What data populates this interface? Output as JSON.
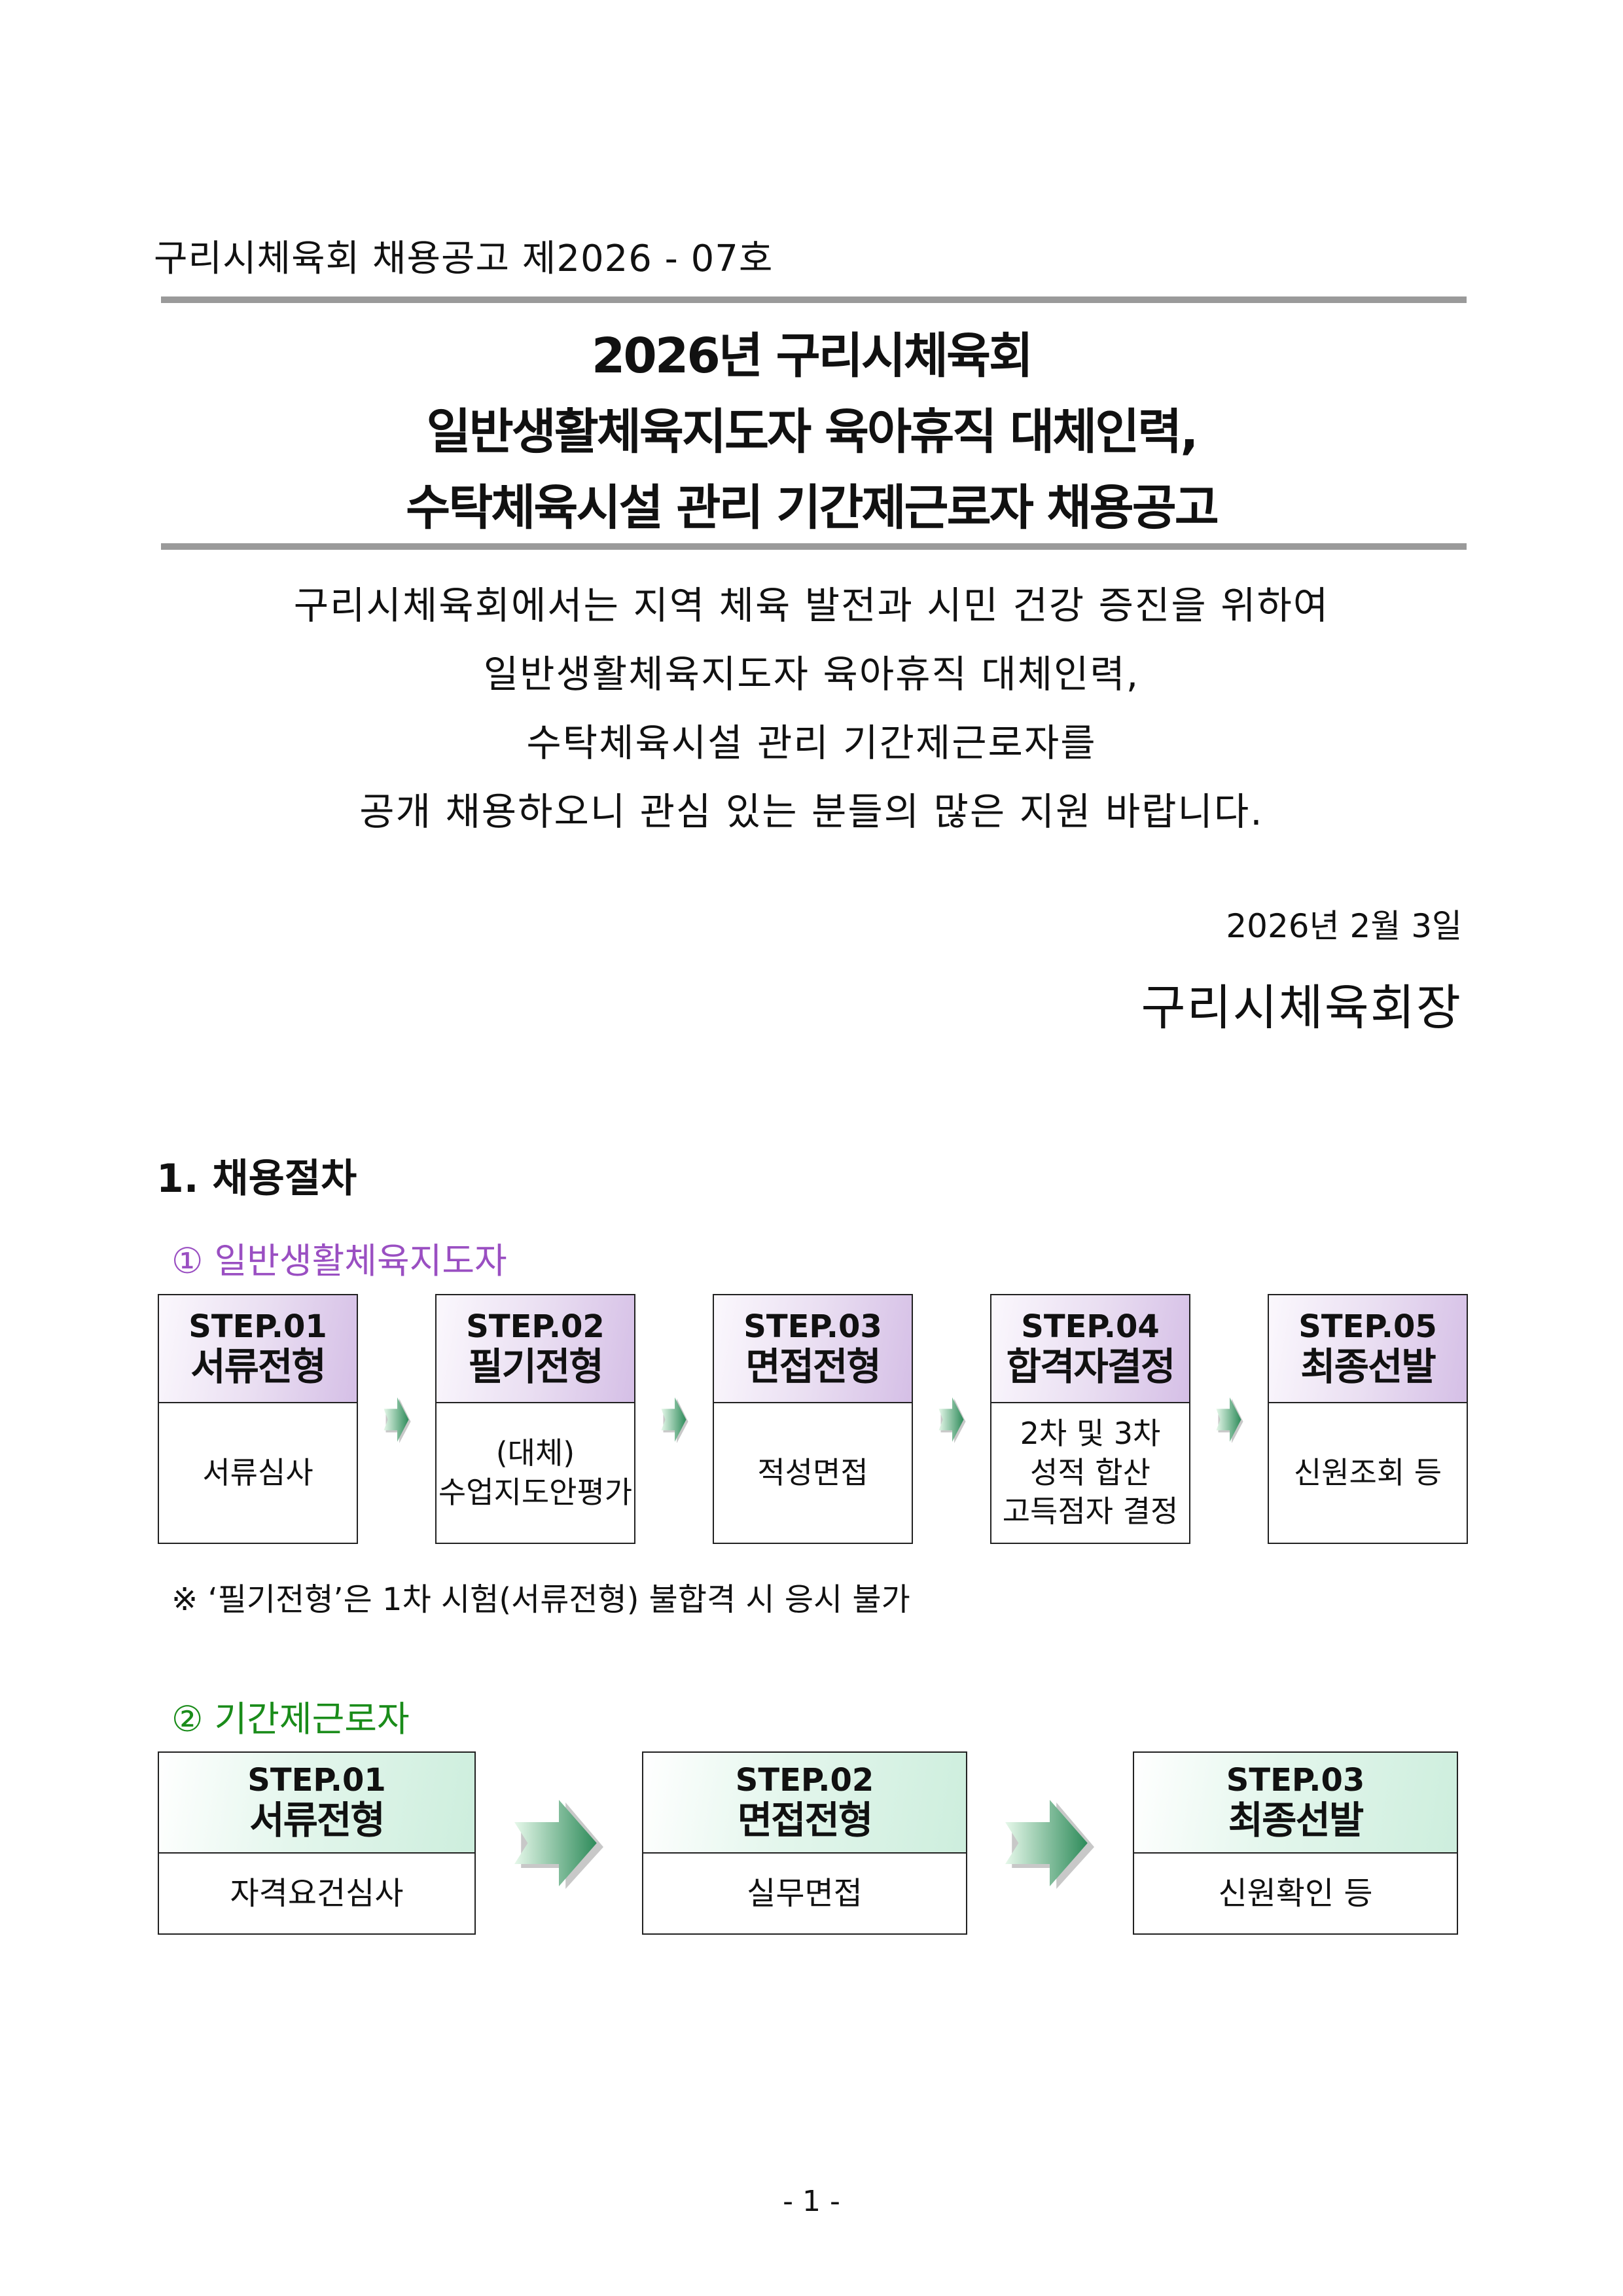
{
  "doc_number": "구리시체육회 채용공고 제2026 - 07호",
  "title_lines": [
    "2026년 구리시체육회",
    "일반생활체육지도자 육아휴직 대체인력,",
    "수탁체육시설 관리 기간제근로자 채용공고"
  ],
  "intro_lines": [
    "구리시체육회에서는 지역 체육 발전과 시민 건강 증진을 위하여",
    "일반생활체육지도자 육아휴직 대체인력,",
    "수탁체육시설 관리 기간제근로자를",
    "공개 채용하오니 관심 있는 분들의 많은 지원 바랍니다."
  ],
  "date": "2026년 2월 3일",
  "issuer": "구리시체육회장",
  "section1": {
    "heading": "1. 채용절차",
    "group1": {
      "label": "① 일반생활체육지도자",
      "color": "#9a4fc2",
      "steps": [
        {
          "step": "STEP.01",
          "name": "서류전형",
          "desc": [
            "서류심사"
          ]
        },
        {
          "step": "STEP.02",
          "name": "필기전형",
          "desc": [
            "(대체)",
            "수업지도안평가"
          ]
        },
        {
          "step": "STEP.03",
          "name": "면접전형",
          "desc": [
            "적성면접"
          ]
        },
        {
          "step": "STEP.04",
          "name": "합격자결정",
          "desc": [
            "2차 및 3차",
            "성적 합산",
            "고득점자 결정"
          ]
        },
        {
          "step": "STEP.05",
          "name": "최종선발",
          "desc": [
            "신원조회 등"
          ]
        }
      ],
      "note": "※ ‘필기전형’은 1차 시험(서류전형) 불합격 시 응시 불가"
    },
    "group2": {
      "label": "② 기간제근로자",
      "color": "#1a8c1a",
      "steps": [
        {
          "step": "STEP.01",
          "name": "서류전형",
          "desc": [
            "자격요건심사"
          ]
        },
        {
          "step": "STEP.02",
          "name": "면접전형",
          "desc": [
            "실무면접"
          ]
        },
        {
          "step": "STEP.03",
          "name": "최종선발",
          "desc": [
            "신원확인 등"
          ]
        }
      ]
    }
  },
  "page_number": "- 1 -"
}
